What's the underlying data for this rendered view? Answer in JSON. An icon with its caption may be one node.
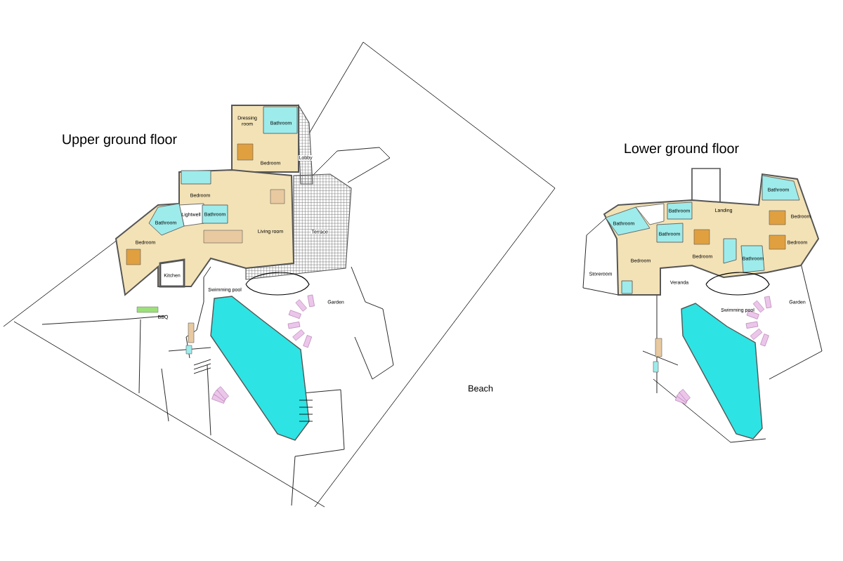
{
  "diagram": {
    "labels": [
      "Upper ground floor",
      "Dressing room",
      "Bathroom",
      "Bedroom",
      "Lobby",
      "Bedroom",
      "Lightwell",
      "Bathroom",
      "Living room",
      "Bathroom",
      "Bedroom",
      "Kitchen",
      "Terrace",
      "BBQ",
      "Swimming pool",
      "Garden",
      "Beach",
      "Lower ground floor",
      "Bathroom",
      "Bathroom",
      "Landing",
      "Bedroom",
      "Bathroom",
      "Bathroom",
      "Bedroom",
      "Bedroom",
      "Bathroom",
      "Bedroom",
      "Storeroom",
      "Veranda",
      "Swimming pool",
      "Garden"
    ]
  }
}
